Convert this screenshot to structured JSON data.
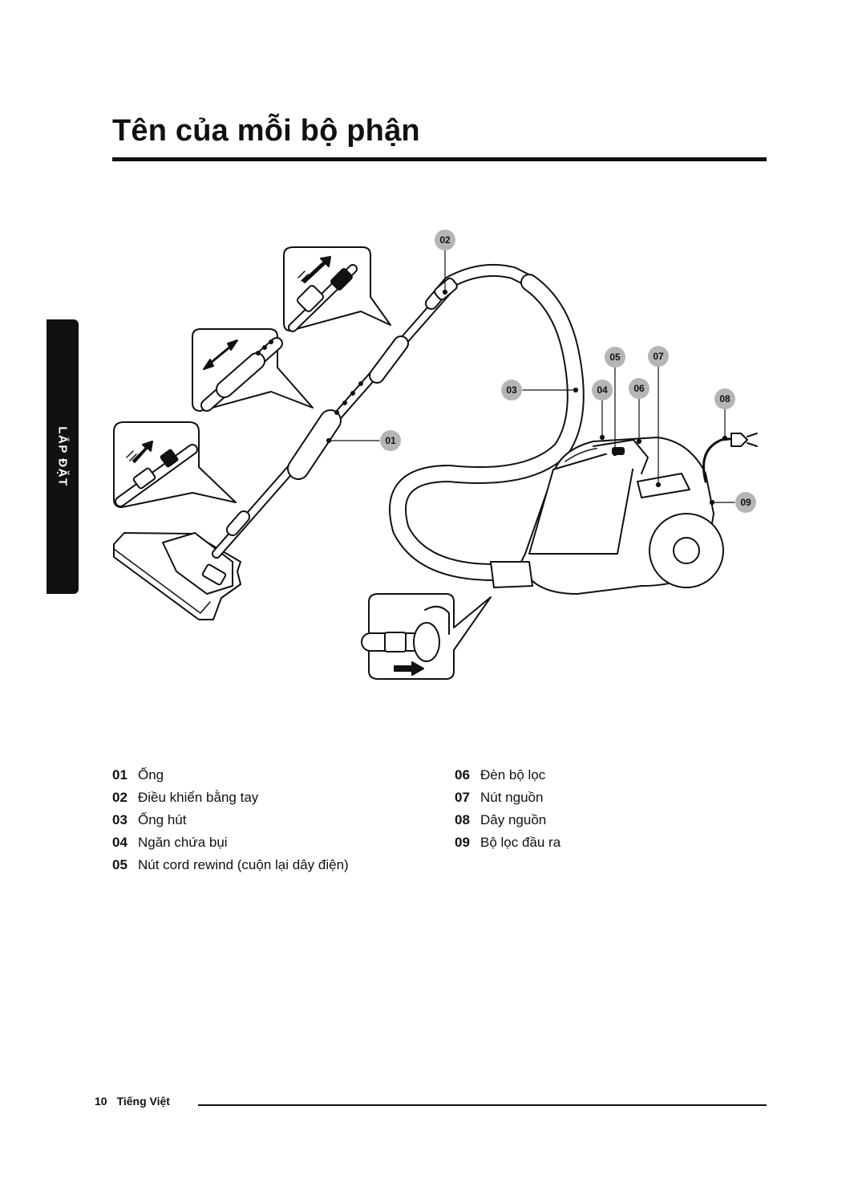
{
  "header": {
    "title": "Tên của mỗi bộ phận"
  },
  "side_tab": {
    "label": "LẮP ĐẶT"
  },
  "callouts": [
    "01",
    "02",
    "03",
    "04",
    "05",
    "06",
    "07",
    "08",
    "09"
  ],
  "parts_left": [
    {
      "num": "01",
      "label": "Ống"
    },
    {
      "num": "02",
      "label": "Điều khiển bằng tay"
    },
    {
      "num": "03",
      "label": "Ống hút"
    },
    {
      "num": "04",
      "label": "Ngăn chứa bụi"
    },
    {
      "num": "05",
      "label": "Nút cord rewind (cuộn lại dây điện)"
    }
  ],
  "parts_right": [
    {
      "num": "06",
      "label": "Đèn bộ lọc"
    },
    {
      "num": "07",
      "label": "Nút nguồn"
    },
    {
      "num": "08",
      "label": "Dây nguồn"
    },
    {
      "num": "09",
      "label": "Bộ lọc đầu ra"
    }
  ],
  "footer": {
    "page_number": "10",
    "language": "Tiếng Việt"
  }
}
